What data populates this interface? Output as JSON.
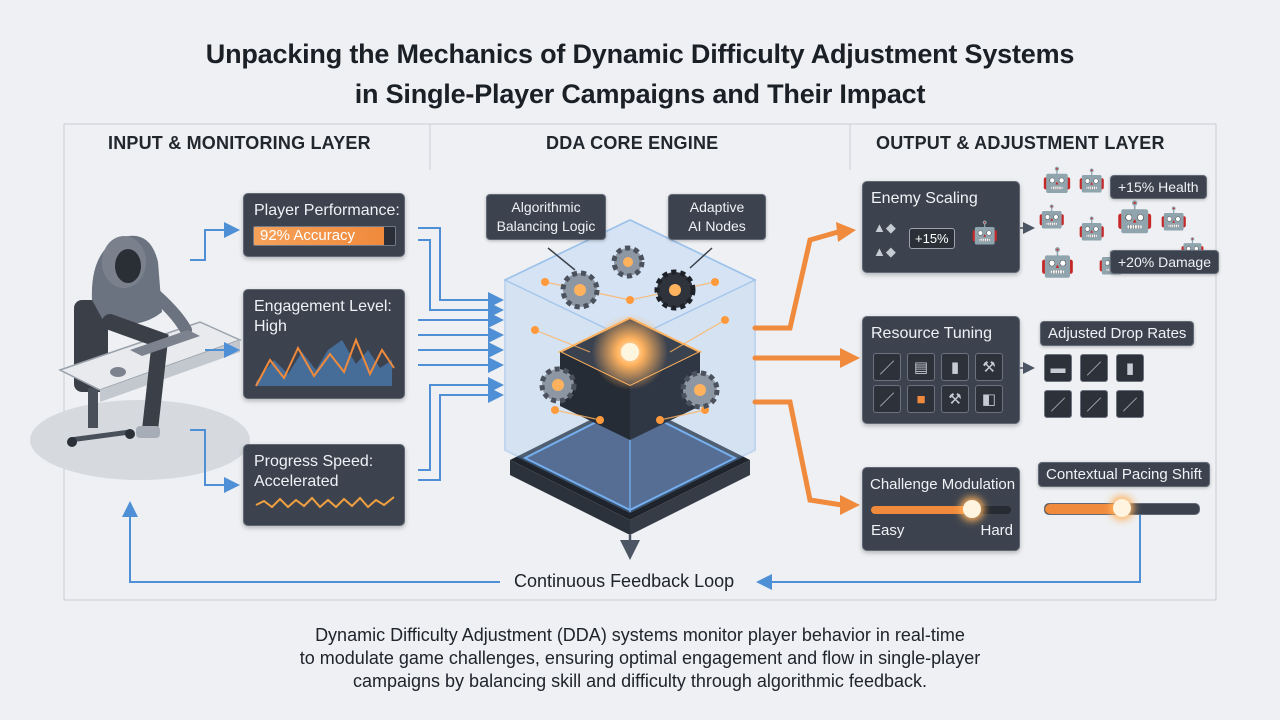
{
  "title": {
    "line1": "Unpacking the Mechanics of Dynamic Difficulty Adjustment Systems",
    "line2": "in Single-Player Campaigns and Their Impact"
  },
  "layers": {
    "input": "INPUT & MONITORING LAYER",
    "core": "DDA CORE ENGINE",
    "output": "OUTPUT & ADJUSTMENT LAYER"
  },
  "input_panels": {
    "performance": {
      "label": "Player Performance:",
      "value": "92% Accuracy",
      "fill_fraction": 0.92
    },
    "engagement": {
      "label": "Engagement Level:",
      "value": "High"
    },
    "progress": {
      "label": "Progress Speed:",
      "value": "Accelerated"
    }
  },
  "core_labels": {
    "algorithmic": [
      "Algorithmic",
      "Balancing Logic"
    ],
    "adaptive": [
      "Adaptive",
      "AI Nodes"
    ]
  },
  "output_panels": {
    "enemy_scaling": {
      "label": "Enemy Scaling",
      "chip": "+15%",
      "health": "+15% Health",
      "damage": "+20% Damage"
    },
    "resource_tuning": {
      "label": "Resource Tuning",
      "drop_rates": "Adjusted Drop Rates"
    },
    "challenge": {
      "label": "Challenge Modulation",
      "easy": "Easy",
      "hard": "Hard",
      "level": 0.72
    },
    "pacing": {
      "label": "Contextual Pacing Shift",
      "level": 0.5
    }
  },
  "feedback_loop": "Continuous Feedback Loop",
  "footer": {
    "line1": "Dynamic Difficulty Adjustment (DDA) systems monitor player behavior in real-time",
    "line2": "to modulate game challenges, ensuring optimal engagement and flow in single-player",
    "line3": "campaigns by balancing skill and difficulty through algorithmic feedback."
  },
  "colors": {
    "accent_orange": "#f08a3c",
    "flow_blue": "#4f8fd6",
    "panel_bg": "#3d434e",
    "glow": "#ffb25e"
  }
}
